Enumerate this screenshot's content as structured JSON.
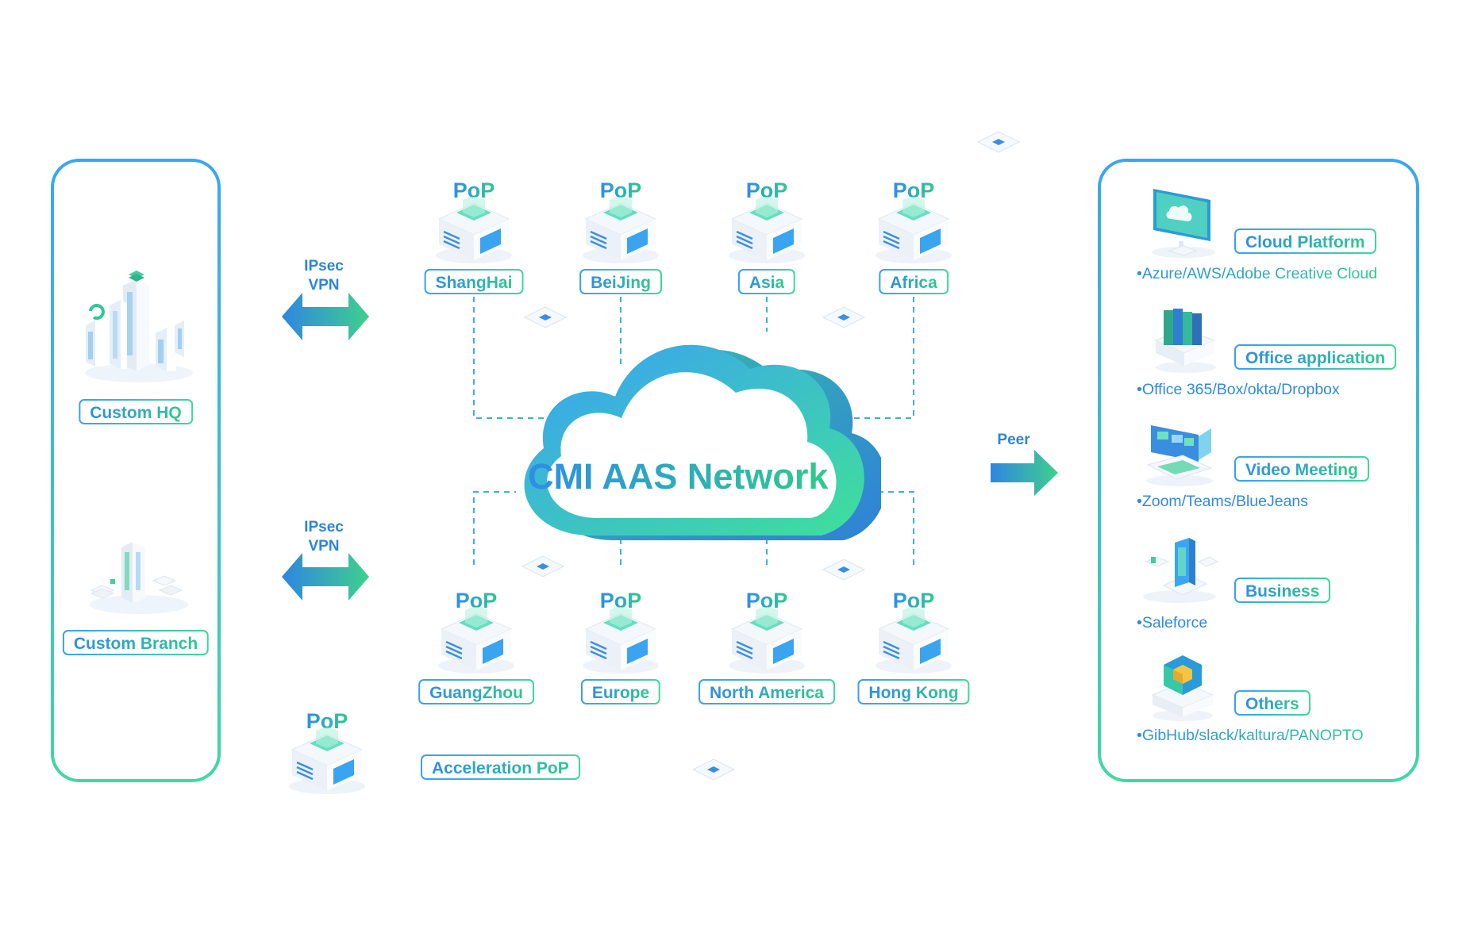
{
  "title": "CMI AAS Network",
  "left_panel": {
    "hq_label": "Custom HQ",
    "branch_label": "Custom Branch"
  },
  "connections": {
    "ipsec_top": [
      "IPsec",
      "VPN"
    ],
    "ipsec_bottom": [
      "IPsec",
      "VPN"
    ],
    "peer": "Peer"
  },
  "pop_text": "PoP",
  "pops_top": [
    "ShangHai",
    "BeiJing",
    "Asia",
    "Africa"
  ],
  "pops_bottom": [
    "GuangZhou",
    "Europe",
    "North America",
    "Hong Kong"
  ],
  "acceleration_label": "Acceleration PoP",
  "services": [
    {
      "name": "Cloud Platform",
      "desc": "•Azure/AWS/Adobe Creative Cloud",
      "icon": "monitor-cloud-icon"
    },
    {
      "name": "Office application",
      "desc": "•Office 365/Box/okta/Dropbox",
      "icon": "books-icon"
    },
    {
      "name": "Video Meeting",
      "desc": "•Zoom/Teams/BlueJeans",
      "icon": "laptop-video-icon"
    },
    {
      "name": "Business",
      "desc": "•Saleforce",
      "icon": "phone-business-icon"
    },
    {
      "name": "Others",
      "desc": "•GibHub/slack/kaltura/PANOPTO",
      "icon": "cube-icon"
    }
  ],
  "colors": {
    "blue": "#2e8ee6",
    "green": "#3fd89a"
  }
}
